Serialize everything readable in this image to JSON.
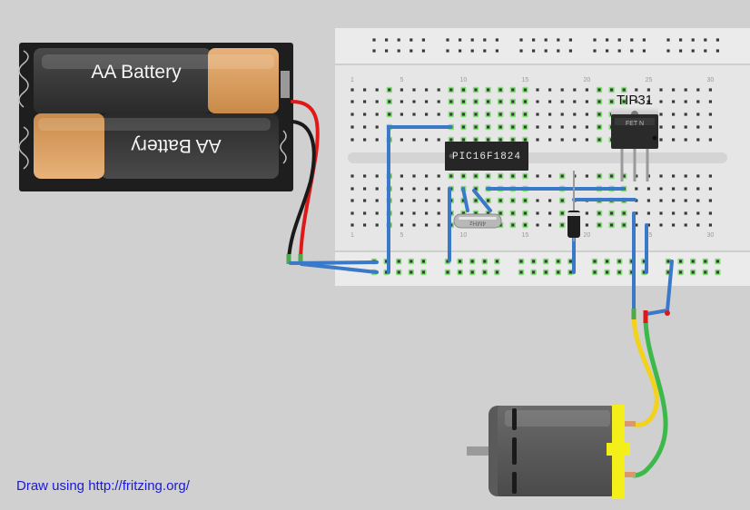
{
  "battery": {
    "top_label": "AA Battery",
    "bottom_label": "AA Battery"
  },
  "breadboard": {
    "column_numbers": [
      "1",
      "5",
      "10",
      "15",
      "20",
      "25",
      "30"
    ]
  },
  "chip": {
    "label": "PIC16F1824"
  },
  "transistor": {
    "label": "TIP31",
    "body_text": "FET N"
  },
  "crystal": {
    "label": "4MHz"
  },
  "credit": {
    "text": "Draw using http://fritzing.org/"
  },
  "colors": {
    "background": "#d0d0d0",
    "wire_blue": "#3a78c8",
    "wire_red": "#e01818",
    "wire_black": "#1a1a1a",
    "wire_yellow": "#f2d21a",
    "wire_green": "#3db84a",
    "motor_cap": "#f4ef1a",
    "hole_active": "#86e07a"
  }
}
